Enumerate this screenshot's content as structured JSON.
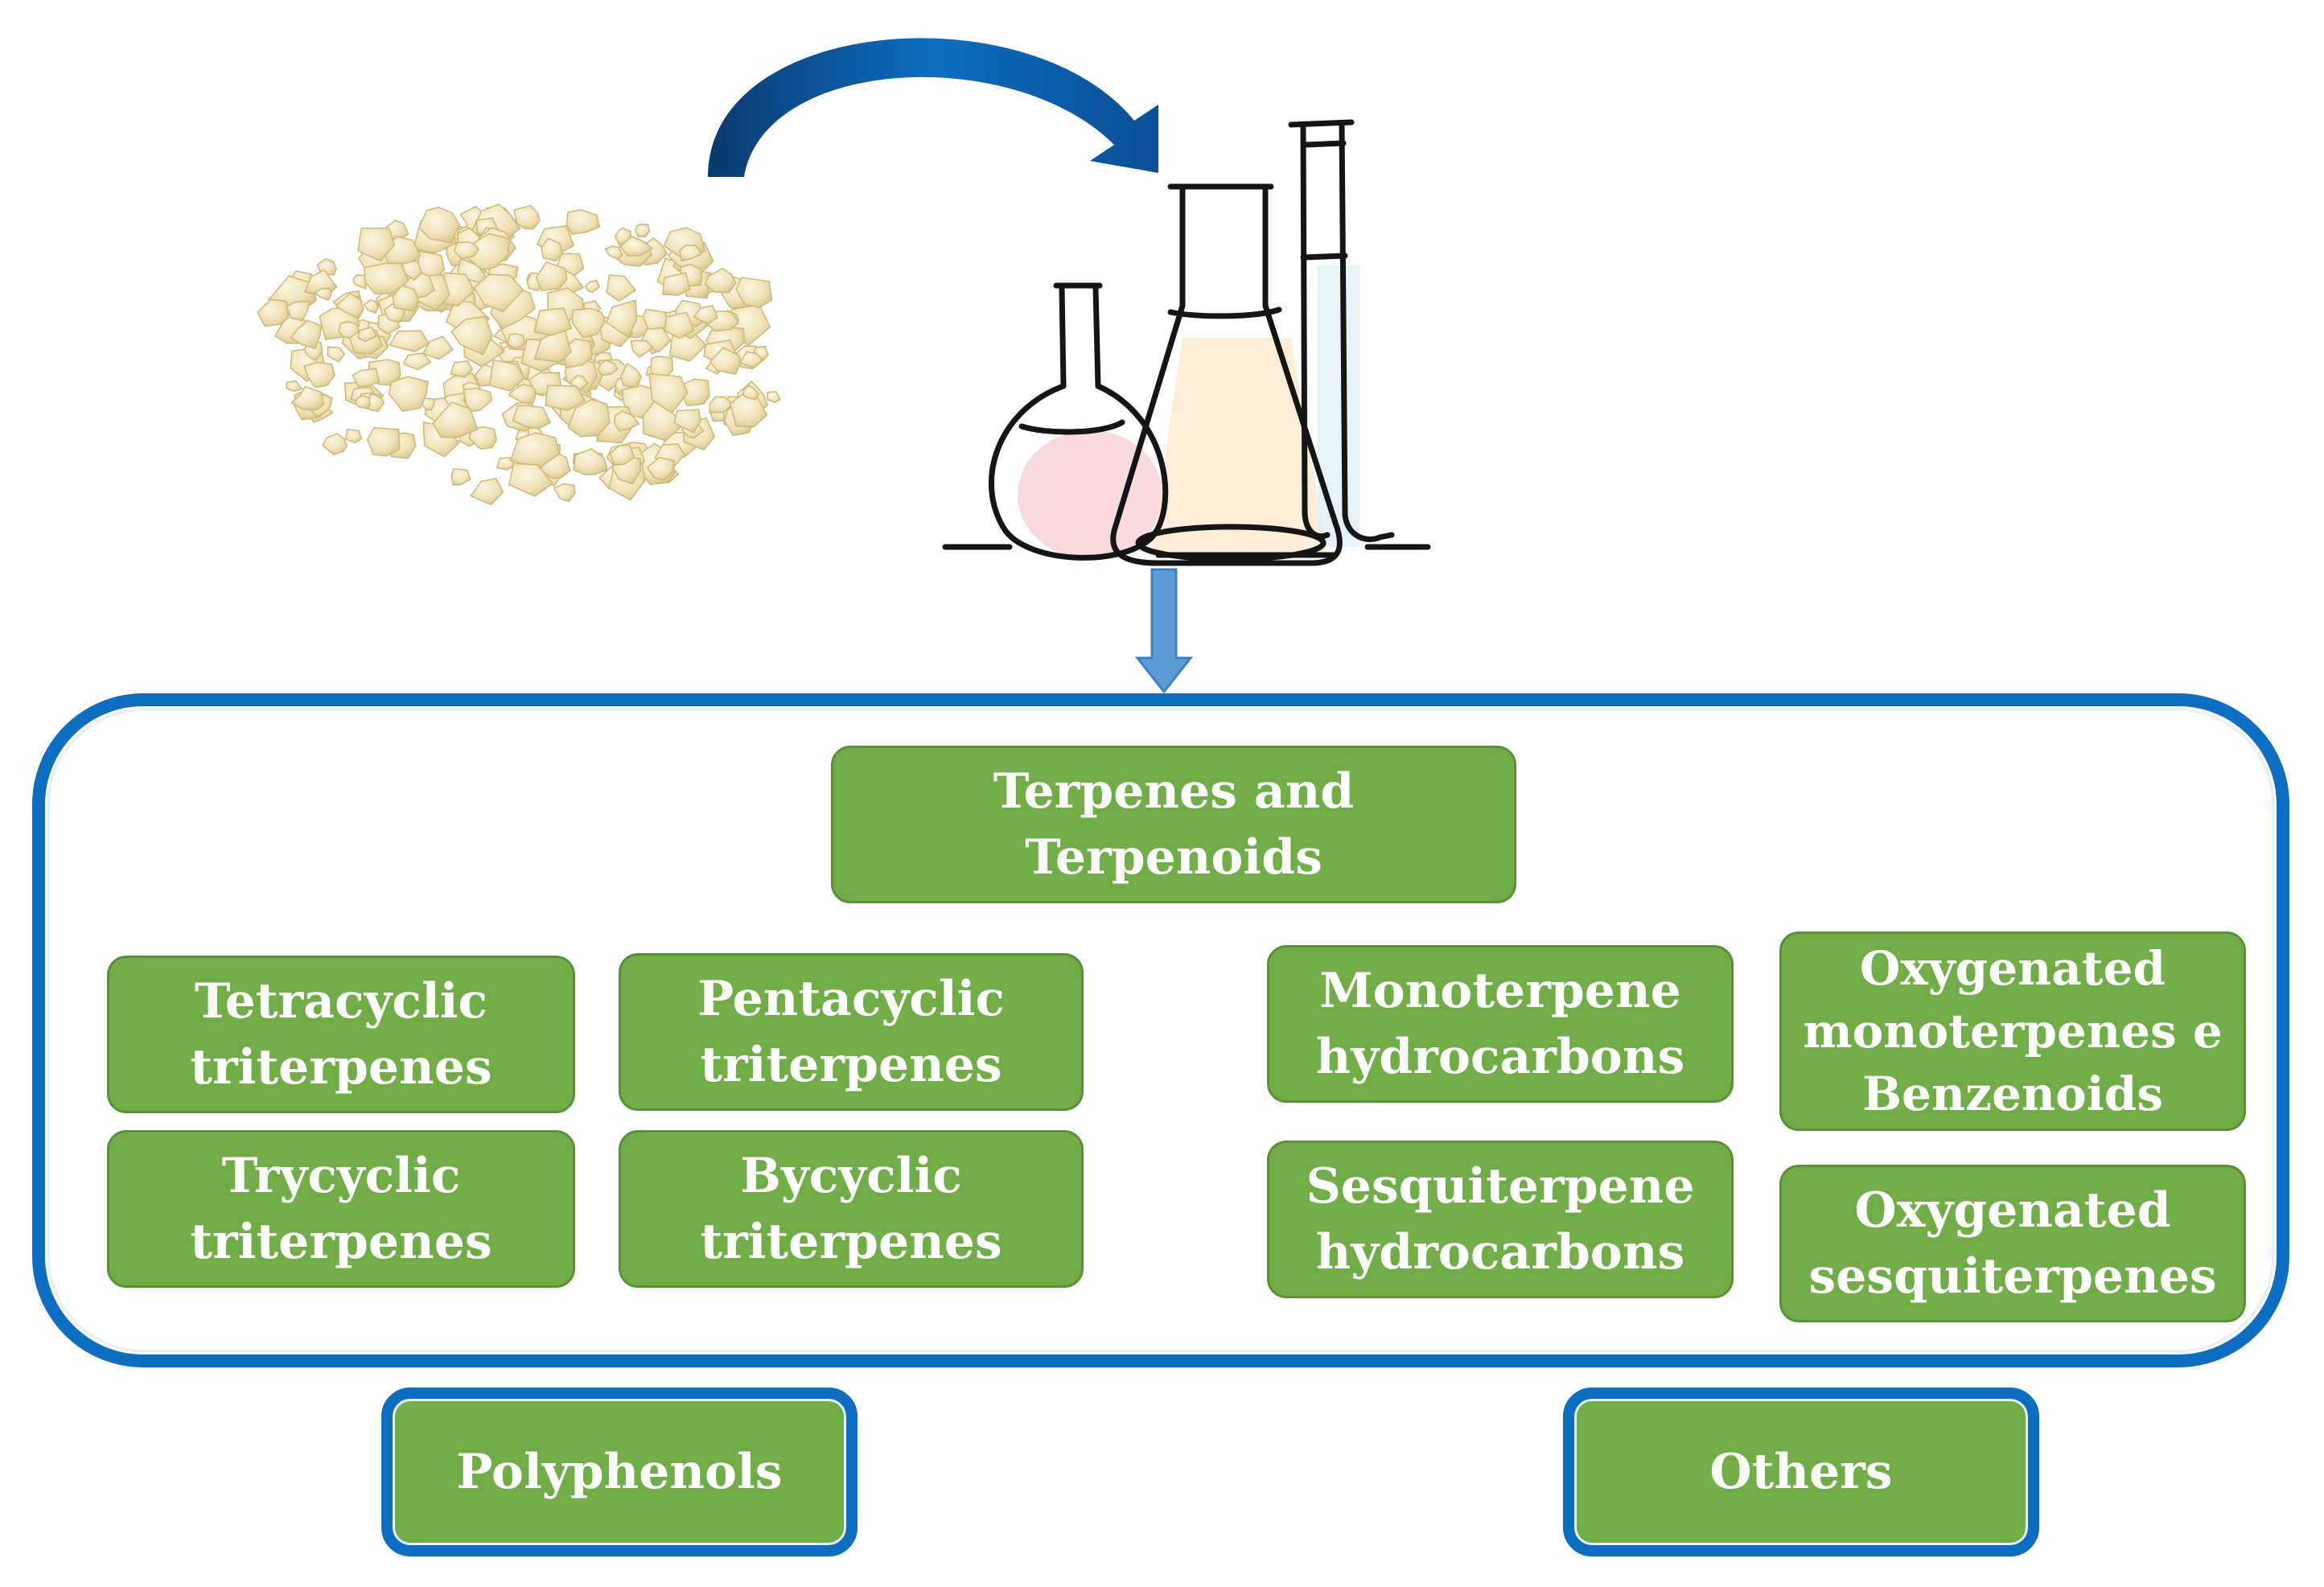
{
  "diagram": {
    "main_category": "Terpenes and Terpenoids",
    "triterpenes": [
      "Tetracyclic\ntriterpenes",
      "Pentacyclic\ntriterpenes",
      "Trycyclic\ntriterpenes",
      "Bycyclic\ntriterpenes"
    ],
    "terpenes": [
      "Monoterpene\nhydrocarbons",
      "Oxygenated\nmonoterpenes e\nBenzenoids",
      "Sesquiterpene\nhydrocarbons",
      "Oxygenated\nsesquiterpenes"
    ],
    "other_categories": [
      "Polyphenols",
      "Others"
    ]
  },
  "colors": {
    "box_green": "#70ad47",
    "frame_blue": "#0d6ec1",
    "arrow_blue": "#5b9bd5",
    "curved_arrow_dark": "#0b3f73",
    "resin": "#f1e7c1"
  },
  "icons": [
    "resin-granules-icon",
    "curved-arrow-icon",
    "lab-glassware-icon",
    "down-arrow-icon"
  ]
}
